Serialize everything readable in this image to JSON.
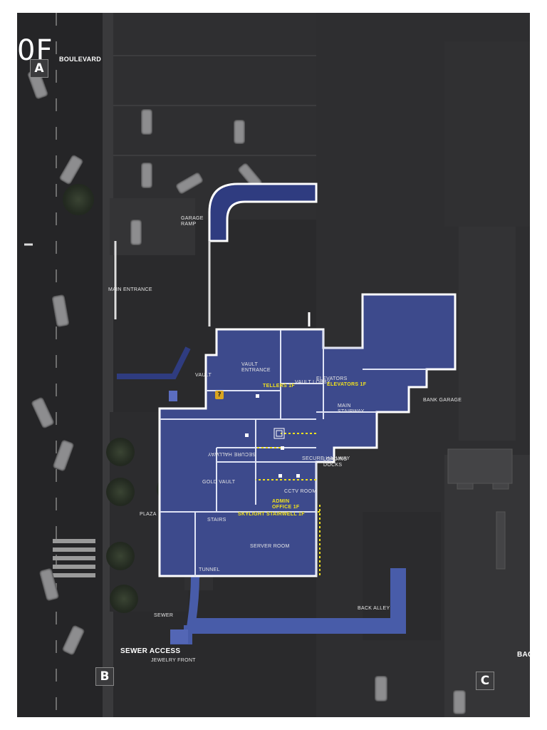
{
  "floor_label": "0F",
  "zones": [
    {
      "letter": "A",
      "name": "BOULEVARD"
    },
    {
      "letter": "B",
      "name": "SEWER ACCESS"
    },
    {
      "letter": "C",
      "name": "BACK ALLEY"
    }
  ],
  "outdoor_labels": {
    "jewelry_front": "JEWELRY FRONT",
    "sewer": "SEWER",
    "tunnel": "TUNNEL",
    "plaza": "PLAZA",
    "back_alley": "BACK ALLEY",
    "main_entrance": "MAIN ENTRANCE",
    "garage_ramp": "GARAGE\nRAMP"
  },
  "rooms": {
    "stairs": "STAIRS",
    "skylight_stairwell": "SKYLIGHT STAIRWELL 1F",
    "server_room": "SERVER ROOM",
    "admin_office": "ADMIN\nOFFICE 1F",
    "cctv_room": "CCTV ROOM",
    "gold_vault": "GOLD VAULT",
    "secure_hallway_1": "SECURE HALLWAY",
    "secure_hallway_2": "SECURE HALLWAY",
    "loading_docks": "LOADING\nDOCKS",
    "main_stairway": "MAIN\nSTAIRWAY",
    "bank_garage": "BANK GARAGE",
    "vault": "VAULT",
    "vault_entrance": "VAULT\nENTRANCE",
    "tellers": "TELLERS 1F",
    "vault_lobby": "VAULT LOBBY",
    "elevators": "ELEVATORS",
    "elevators_1f": "ELEVATORS 1F"
  },
  "marker": "?",
  "colors": {
    "building_fill": "#3d4a8c",
    "building_outline": "#ffffff",
    "sewer_blue": "#4a5fb0",
    "highlight_yellow": "#f2e21d",
    "ground": "#2a2a2c"
  }
}
